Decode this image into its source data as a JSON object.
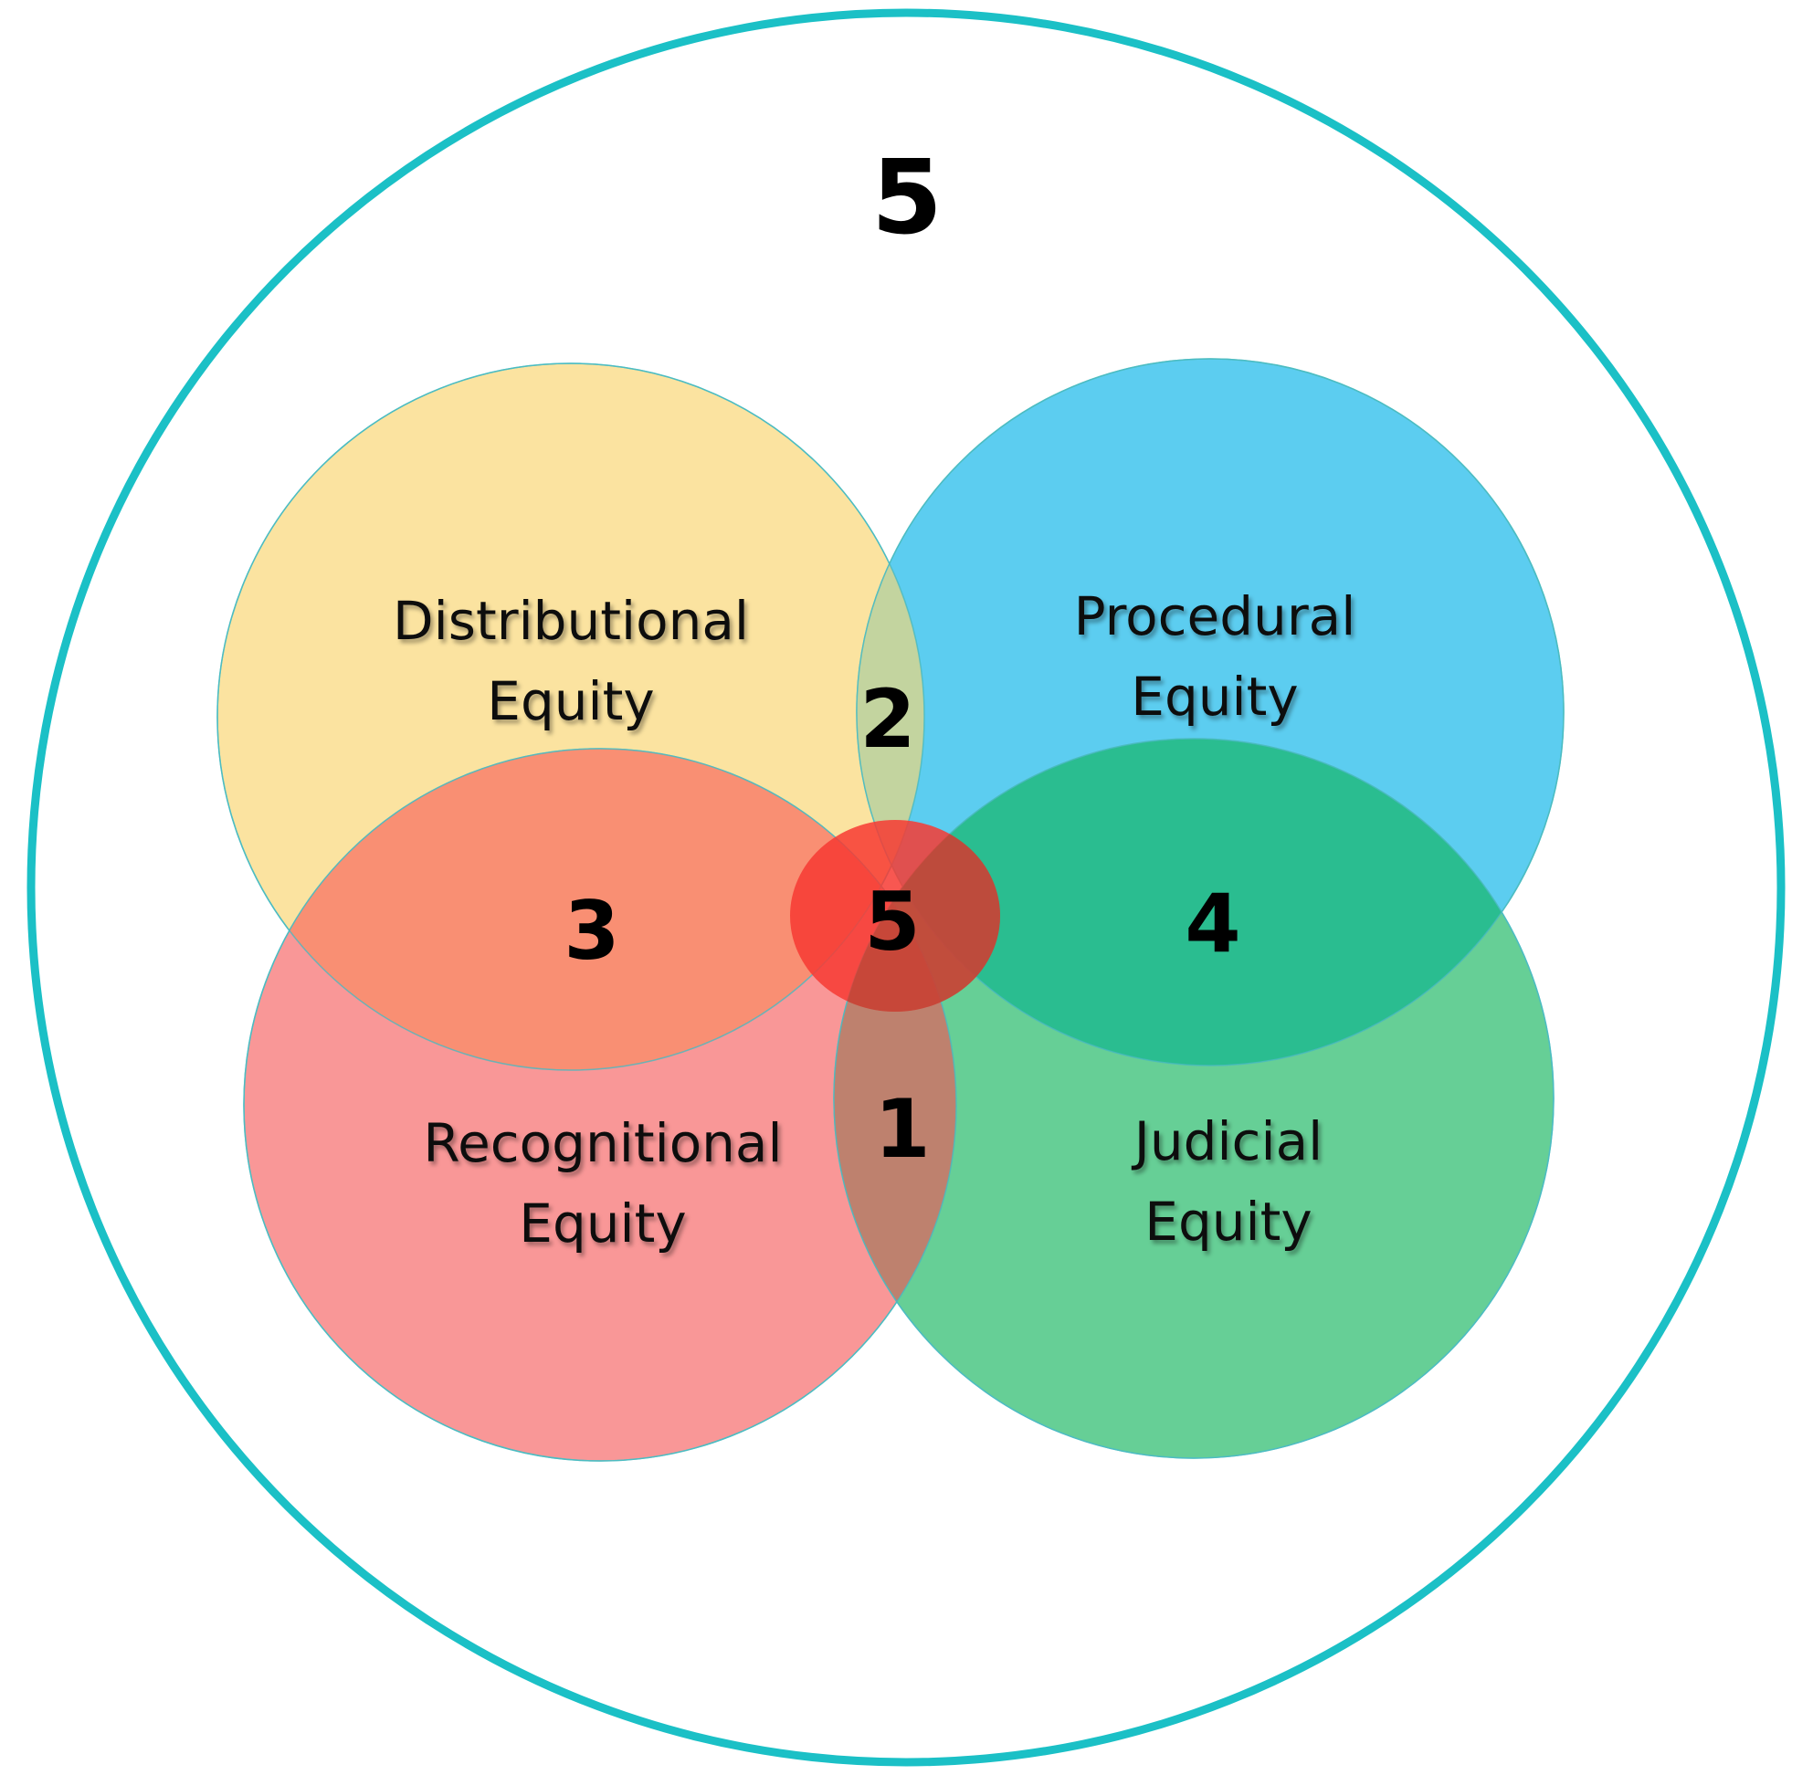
{
  "diagram": {
    "outer_label": "5",
    "sets": [
      {
        "id": "distributional",
        "line1": "Distributional",
        "line2": "Equity",
        "color": "#FBE3A0",
        "stroke": "#5BC7C7"
      },
      {
        "id": "procedural",
        "line1": "Procedural",
        "line2": "Equity",
        "color": "#5CCDF0",
        "stroke": "#5BC7C7"
      },
      {
        "id": "recognitional",
        "line1": "Recognitional",
        "line2": "Equity",
        "color": "#F99797",
        "stroke": "#5BC7C7"
      },
      {
        "id": "judicial",
        "line1": "Judicial",
        "line2": "Equity",
        "color": "#66CF96",
        "stroke": "#5BC7C7"
      }
    ],
    "regions": {
      "distributional_procedural": "2",
      "distributional_recognitional": "3",
      "procedural_judicial": "4",
      "recognitional_judicial": "1",
      "center": "5"
    },
    "colors": {
      "outer_ring": "#1BC0C6",
      "overlap_dist_proc": "#C3D49F",
      "overlap_dist_recog": "#F98F73",
      "overlap_proc_judicial": "#2ABD90",
      "overlap_recog_judicial": "#BE816E",
      "center": "#F73A33"
    }
  }
}
